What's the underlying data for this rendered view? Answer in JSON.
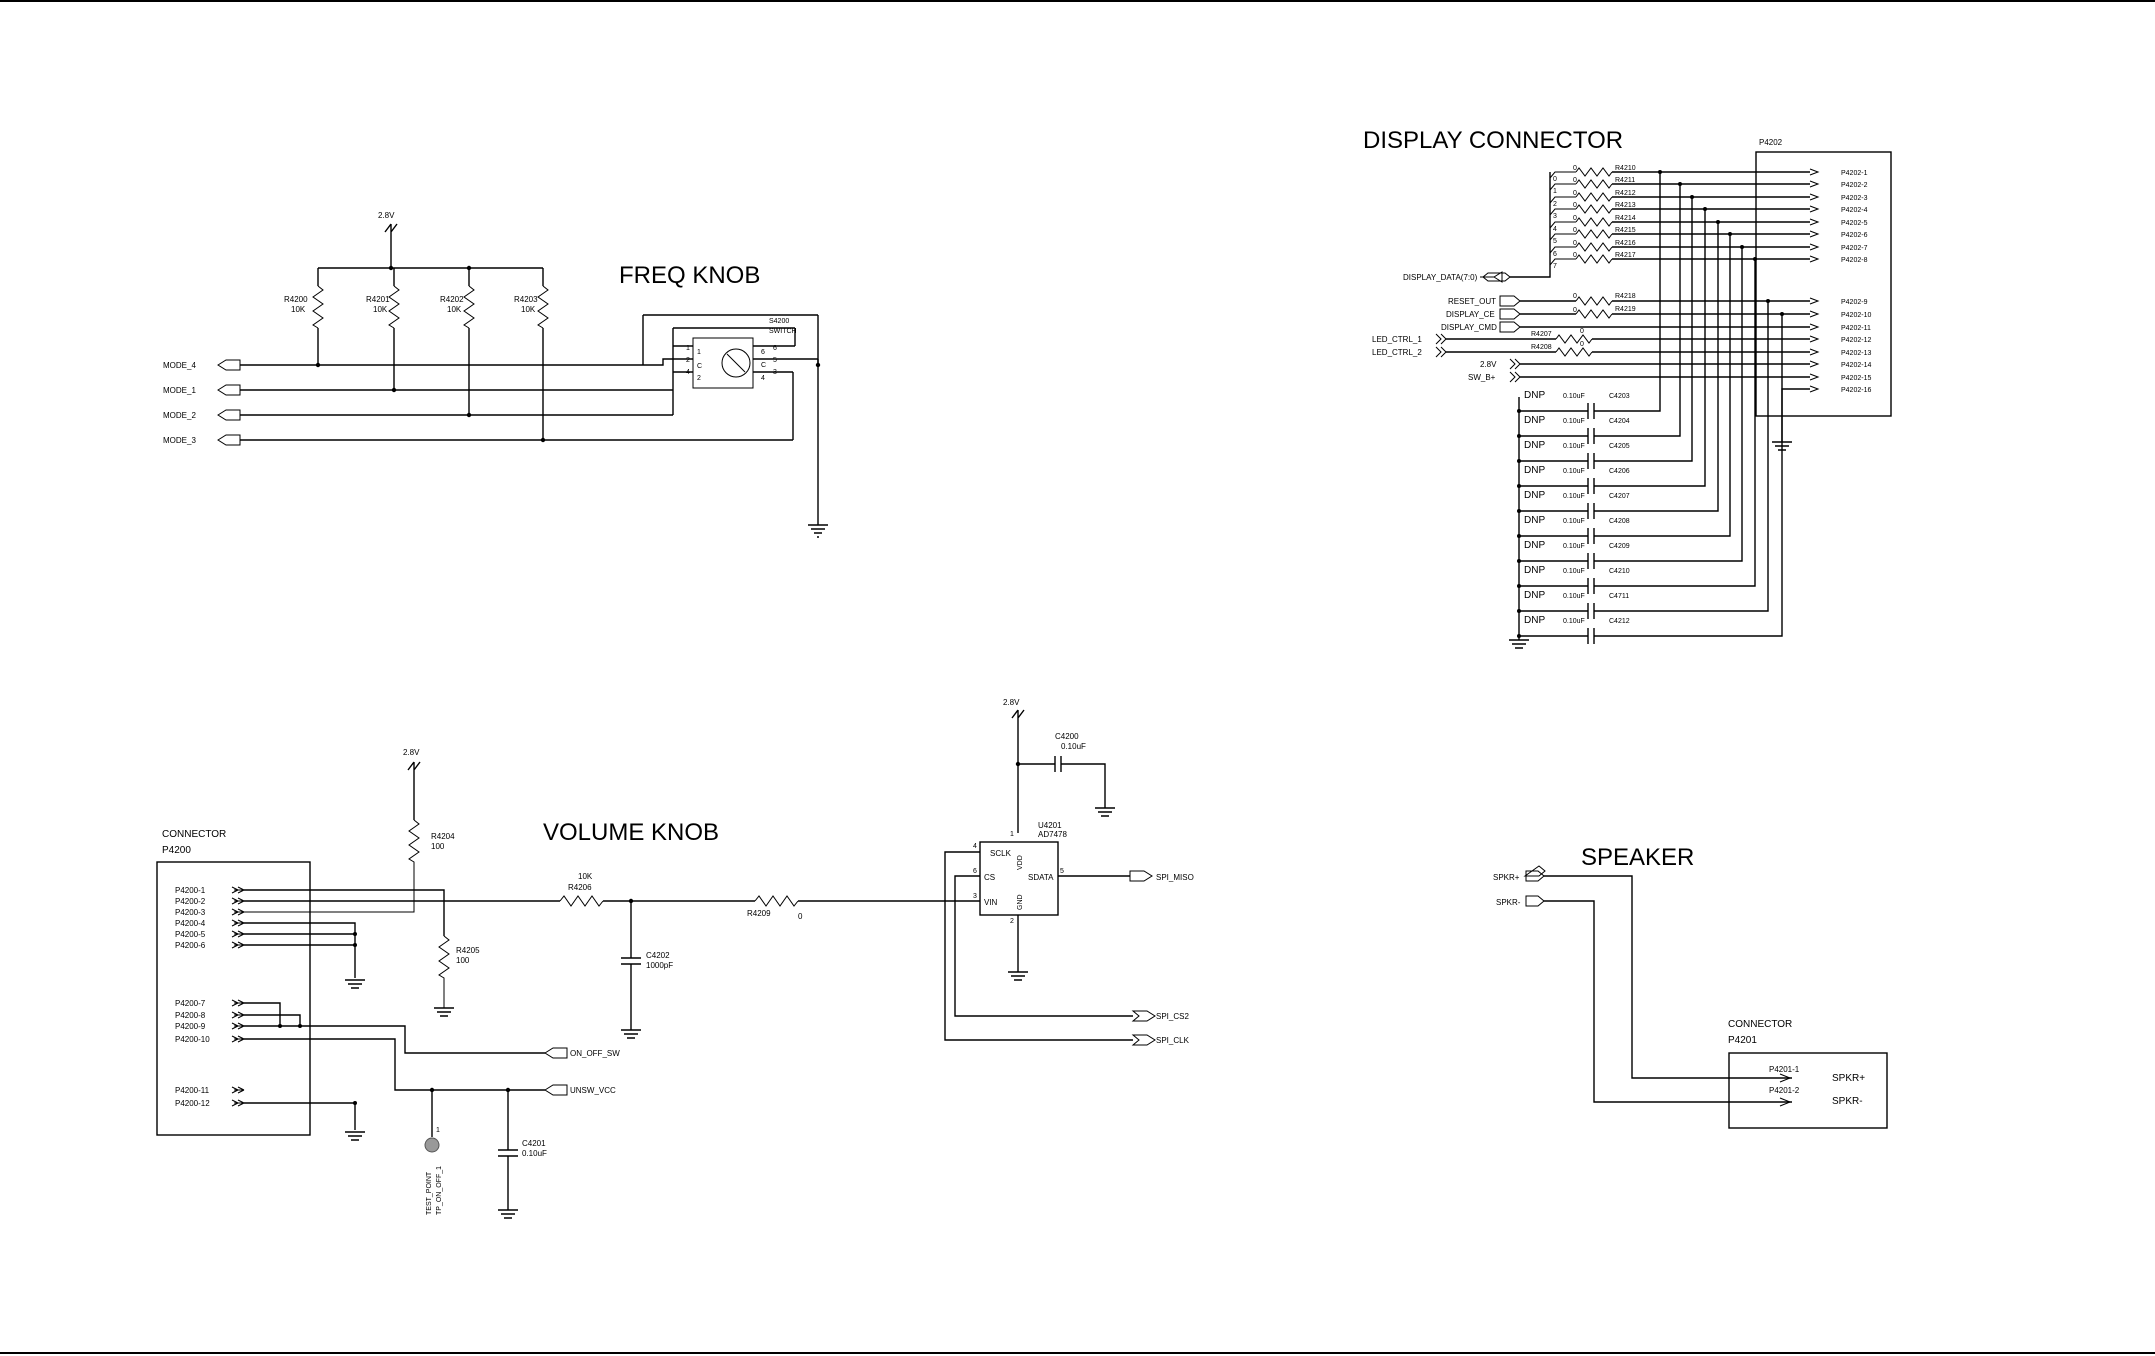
{
  "headings": {
    "freq_knob": "FREQ KNOB",
    "volume_knob": "VOLUME KNOB",
    "display_connector": "DISPLAY CONNECTOR",
    "speaker": "SPEAKER"
  },
  "freq": {
    "supply": "2.8V",
    "resistors": [
      {
        "ref": "R4200",
        "val": "10K"
      },
      {
        "ref": "R4201",
        "val": "10K"
      },
      {
        "ref": "R4202",
        "val": "10K"
      },
      {
        "ref": "R4203",
        "val": "10K"
      }
    ],
    "ports": [
      "MODE_4",
      "MODE_1",
      "MODE_2",
      "MODE_3"
    ],
    "switch_ref": "S4200",
    "switch_type": "SWITCH",
    "switch_pins_left": [
      "1",
      "2",
      "4"
    ],
    "switch_pins_left_outer": [
      "1",
      "2",
      "4",
      "2"
    ],
    "switch_pins_right_outer": [
      "6",
      "5",
      "3",
      "4"
    ],
    "switch_pins_inner_left": [
      "1",
      "C",
      "2"
    ],
    "switch_pins_inner_right": [
      "6",
      "C",
      "4"
    ]
  },
  "volume": {
    "supply": "2.8V",
    "connector_label": "CONNECTOR",
    "connector_ref": "P4200",
    "pins": [
      "P4200-1",
      "P4200-2",
      "P4200-3",
      "P4200-4",
      "P4200-5",
      "P4200-6",
      "P4200-7",
      "P4200-8",
      "P4200-9",
      "P4200-10",
      "P4200-11",
      "P4200-12"
    ],
    "r4204": {
      "ref": "R4204",
      "val": "100"
    },
    "r4205": {
      "ref": "R4205",
      "val": "100"
    },
    "r4206": {
      "ref": "R4206",
      "val": "10K"
    },
    "r4209": {
      "ref": "R4209",
      "val": "0"
    },
    "c4202": {
      "ref": "C4202",
      "val": "1000pF"
    },
    "c4201": {
      "ref": "C4201",
      "val": "0.10uF"
    },
    "ports": {
      "on_off": "ON_OFF_SW",
      "unsw": "UNSW_VCC"
    },
    "test_point": "TEST_POINT",
    "test_point_ref": "TP_ON_OFF_1",
    "test_point_pin": "1"
  },
  "adc": {
    "supply": "2.8V",
    "cap": {
      "ref": "C4200",
      "val": "0.10uF"
    },
    "ic_ref": "U4201",
    "ic_part": "AD7478",
    "pins": {
      "sclk": "SCLK",
      "cs": "CS",
      "vin": "VIN",
      "sdata": "SDATA",
      "vdd": "VDD",
      "gnd": "GND"
    },
    "pin_nums": {
      "sclk": "4",
      "cs": "6",
      "vin": "3",
      "sdata": "5",
      "vdd": "1",
      "gnd": "2"
    },
    "ports": {
      "miso": "SPI_MISO",
      "cs2": "SPI_CS2",
      "clk": "SPI_CLK"
    }
  },
  "display": {
    "connector_ref": "P4202",
    "data_bus": "DISPLAY_DATA(7:0)",
    "bus_bits": [
      "0",
      "1",
      "2",
      "3",
      "4",
      "5",
      "6",
      "7"
    ],
    "series_resistors": [
      "R4210",
      "R4211",
      "R4212",
      "R4213",
      "R4214",
      "R4215",
      "R4216",
      "R4217"
    ],
    "series_value": "0",
    "control_ports": [
      "RESET_OUT",
      "DISPLAY_CE",
      "DISPLAY_CMD"
    ],
    "control_resistors": [
      "R4218",
      "R4219"
    ],
    "led_ports": [
      "LED_CTRL_1",
      "LED_CTRL_2"
    ],
    "led_resistors": [
      "R4207",
      "R4208"
    ],
    "power_ports": [
      "2.8V",
      "SW_B+"
    ],
    "pins": [
      "P4202-1",
      "P4202-2",
      "P4202-3",
      "P4202-4",
      "P4202-5",
      "P4202-6",
      "P4202-7",
      "P4202-8",
      "P4202-9",
      "P4202-10",
      "P4202-11",
      "P4202-12",
      "P4202-13",
      "P4202-14",
      "P4202-15",
      "P4202-16"
    ],
    "dnp_label": "DNP",
    "cap_value": "0.10uF",
    "caps": [
      "C4203",
      "C4204",
      "C4205",
      "C4206",
      "C4207",
      "C4208",
      "C4209",
      "C4210",
      "C4711",
      "C4212"
    ]
  },
  "speaker": {
    "ports": [
      "SPKR+",
      "SPKR-"
    ],
    "connector_label": "CONNECTOR",
    "connector_ref": "P4201",
    "pins": [
      "P4201-1",
      "P4201-2"
    ],
    "pin_names": [
      "SPKR+",
      "SPKR-"
    ]
  }
}
